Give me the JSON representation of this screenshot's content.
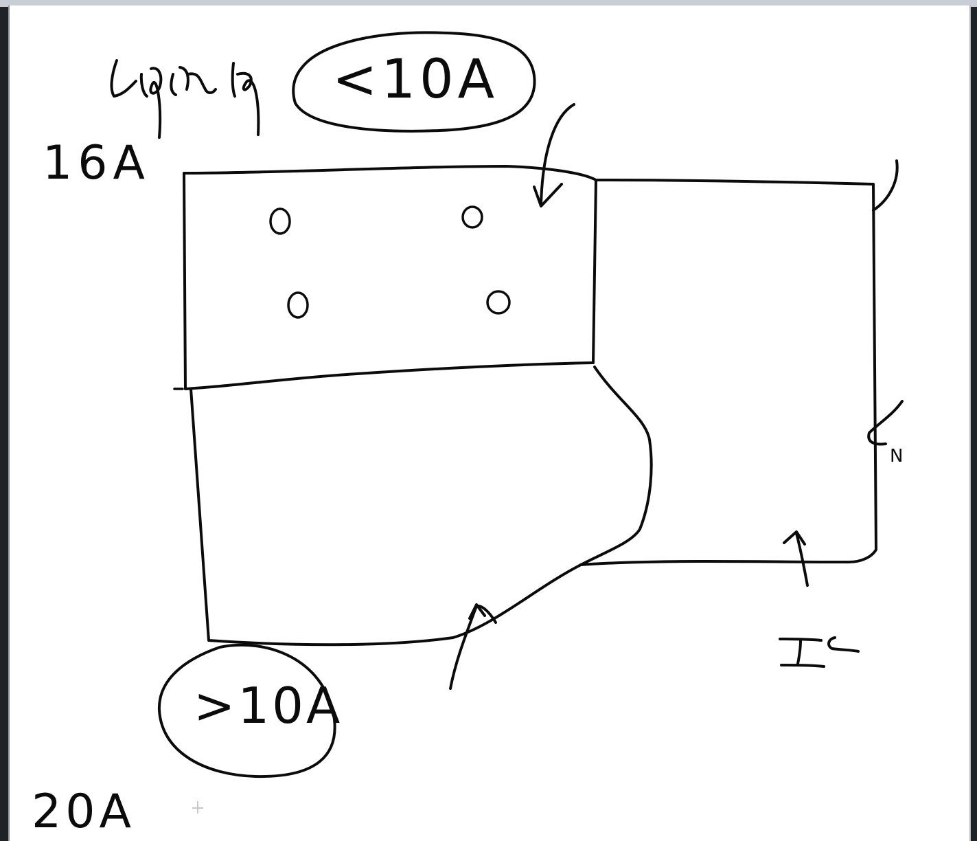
{
  "labels": {
    "lighting": "lighting",
    "lighting_limit": "<10A",
    "lighting_rating": "16A",
    "power_limit": ">10A",
    "power_rating": "20A",
    "earth_current": "Is",
    "neutral_mark": "N"
  },
  "colors": {
    "ink": "#0b0b0b",
    "paper": "#ffffff",
    "window_frame": "#1f2226"
  },
  "icons": {
    "socket": "small-circle-socket",
    "pointer": "curved-arrow"
  }
}
